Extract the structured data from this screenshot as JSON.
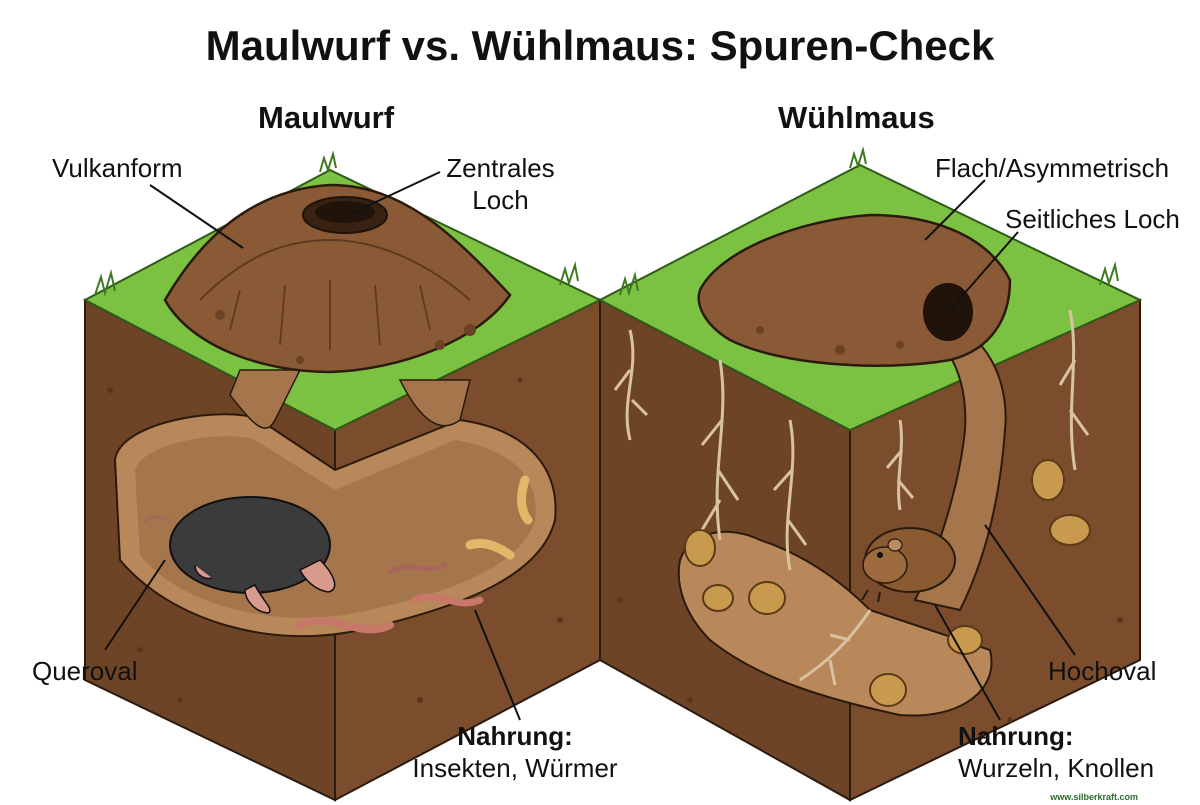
{
  "title": "Maulwurf vs. Wühlmaus: Spuren-Check",
  "mole": {
    "heading": "Maulwurf",
    "labels": {
      "shape": "Vulkanform",
      "hole_line1": "Zentrales",
      "hole_line2": "Loch",
      "tunnel": "Queroval",
      "food_title": "Nahrung:",
      "food_text": "Insekten, Würmer"
    }
  },
  "vole": {
    "heading": "Wühlmaus",
    "labels": {
      "shape": "Flach/Asymmetrisch",
      "hole": "Seitliches Loch",
      "tunnel": "Hochoval",
      "food_title": "Nahrung:",
      "food_text": "Wurzeln, Knollen"
    }
  },
  "credit": "www.silberkraft.com",
  "colors": {
    "grass": "#7cc242",
    "soil_top": "#8a5a36",
    "soil_side": "#6e4427",
    "tunnel": "#b8875a",
    "mole": "#3b3b3b",
    "vole": "#8a5a32",
    "potato": "#c89a4e"
  }
}
